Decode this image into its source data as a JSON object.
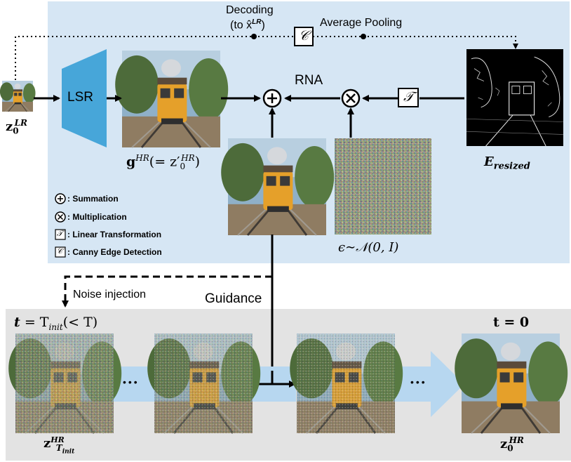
{
  "labels": {
    "decoding": "Decoding",
    "to_xhat": "(to x̂",
    "to_xhat_sup": "LR",
    "to_xhat_close": ")",
    "average_pooling": "Average Pooling",
    "lsr": "LSR",
    "rna": "RNA",
    "noise_injection": "Noise injection",
    "guidance": "Guidance"
  },
  "math": {
    "z0_lr_base": "z",
    "z0_lr_sub": "0",
    "z0_lr_sup": "LR",
    "g_hr_base": "g",
    "g_hr_sup": "HR",
    "g_hr_rest": "(= z′",
    "g_hr_rest_sub": "0",
    "g_hr_rest_sup": "HR",
    "g_hr_close": ")",
    "e_resized_base": "E",
    "e_resized_sub": "resized",
    "epsilon": "ϵ∼𝒩(0, I)",
    "t_init_left": "t",
    "t_init_right": "= T",
    "t_init_sub": "init",
    "t_init_tail": "(< T)",
    "t_zero": "t = 0",
    "z_tinit_base": "z",
    "z_tinit_sup": "HR",
    "z_tinit_sub": "T",
    "z_tinit_subsub": "init",
    "z0_hr_base": "z",
    "z0_hr_sub": "0",
    "z0_hr_sup": "HR"
  },
  "operators": {
    "sum": "+",
    "mult": "×",
    "linear": "𝒯",
    "canny": "𝒞"
  },
  "legend": [
    {
      "symbol": "sum-icon",
      "text": ": Summation"
    },
    {
      "symbol": "mult-icon",
      "text": ": Multiplication"
    },
    {
      "symbol": "linear-icon",
      "text": ": Linear Transformation"
    },
    {
      "symbol": "canny-icon",
      "text": ": Canny Edge Detection"
    }
  ],
  "ellipsis": "•••",
  "colors": {
    "top_panel": "#d6e6f4",
    "bottom_panel": "#e3e3e3",
    "lsr_block": "#47a6d9",
    "arrow_blue": "#b7d7f0",
    "train_orange": "#e5a02a"
  }
}
